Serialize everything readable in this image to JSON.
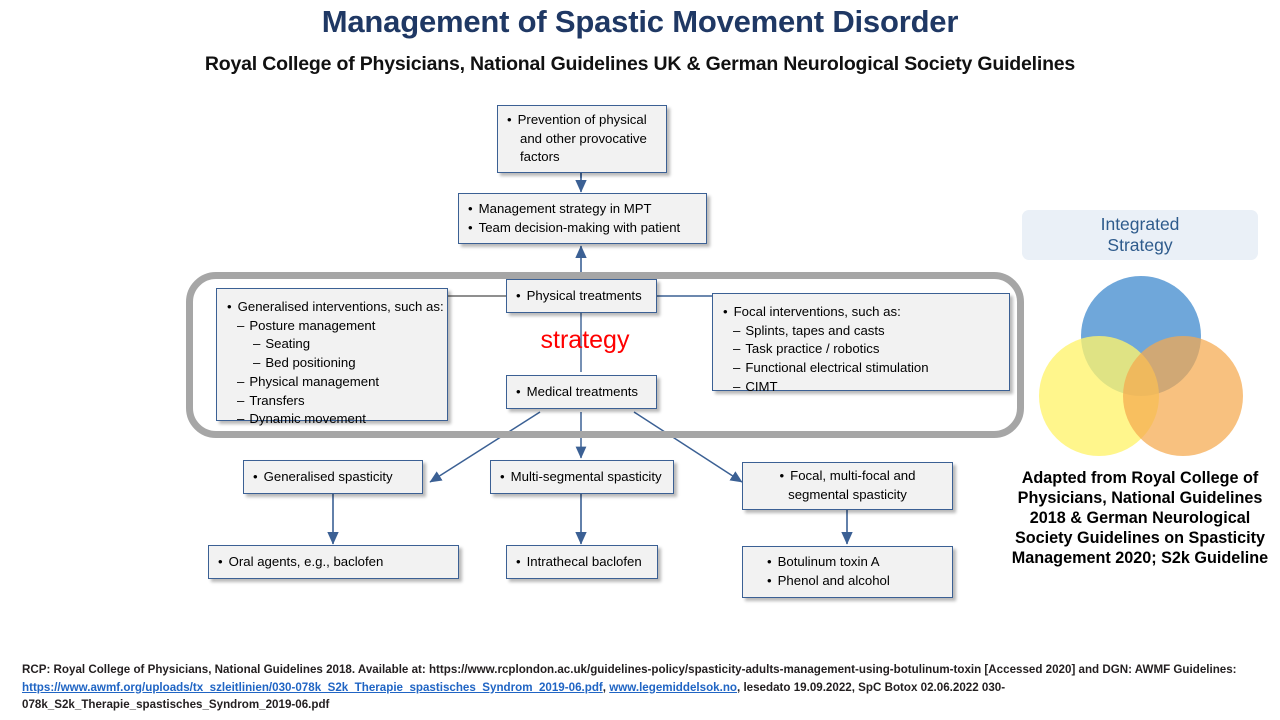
{
  "header": {
    "title": "Management of Spastic Movement Disorder",
    "subtitle": "Royal College of Physicians, National Guidelines UK & German Neurological Society Guidelines"
  },
  "diagram": {
    "strategy_label": "strategy",
    "boxes": {
      "prevention": {
        "lines": [
          "Prevention of physical",
          "and other provocative",
          "factors"
        ]
      },
      "management": {
        "line1": "Management strategy in MPT",
        "line2": "Team decision-making with patient"
      },
      "physical_treatments": {
        "label": "Physical treatments"
      },
      "medical_treatments": {
        "label": "Medical treatments"
      },
      "generalised_interventions": {
        "heading": "Generalised interventions, such as:",
        "items": [
          "Posture management",
          "Seating",
          "Bed positioning",
          "Physical management",
          "Transfers",
          "Dynamic movement"
        ]
      },
      "focal_interventions": {
        "heading": "Focal interventions, such as:",
        "items": [
          "Splints, tapes and casts",
          "Task practice / robotics",
          "Functional electrical stimulation",
          "CIMT"
        ]
      },
      "generalised_spasticity": {
        "label": "Generalised spasticity"
      },
      "multisegmental_spasticity": {
        "label": "Multi-segmental spasticity"
      },
      "focal_spasticity": {
        "line1": "Focal, multi-focal and",
        "line2": "segmental spasticity"
      },
      "oral_agents": {
        "label": "Oral agents, e.g., baclofen"
      },
      "intrathecal": {
        "label": "Intrathecal baclofen"
      },
      "botulinum": {
        "line1": "Botulinum toxin A",
        "line2": "Phenol and alcohol"
      }
    }
  },
  "sidebar": {
    "integrated_strategy_line1": "Integrated",
    "integrated_strategy_line2": "Strategy",
    "venn": {
      "circle_top_color": "#5B9BD5",
      "circle_left_color": "#FFF36B",
      "circle_right_color": "#F5A94E"
    },
    "caption": "Adapted from Royal College of Physicians, National Guidelines 2018 & German Neurological Society Guidelines on Spasticity Management 2020; S2k Guideline"
  },
  "footnote": {
    "part1": "RCP: Royal College of Physicians, National Guidelines 2018. Available at: https://www.rcplondon.ac.uk/guidelines-policy/spasticity-adults-management-using-botulinum-toxin [Accessed 2020] and DGN: AWMF Guidelines: ",
    "link1": "https://www.awmf.org/uploads/tx_szleitlinien/030-078k_S2k_Therapie_spastisches_Syndrom_2019-06.pdf",
    "part2": ", ",
    "link2": "www.legemiddelsok.no",
    "part3": ", lesedato 19.09.2022, SpC Botox 02.06.2022 030-078k_S2k_Therapie_spastisches_Syndrom_2019-06.pdf"
  },
  "colors": {
    "title_navy": "#1F3864",
    "box_border_blue": "#3b6094",
    "box_fill": "#f2f2f2",
    "strategy_red": "#FF0000",
    "frame_grey": "#a6a6a6",
    "link_blue": "#2065c4"
  }
}
